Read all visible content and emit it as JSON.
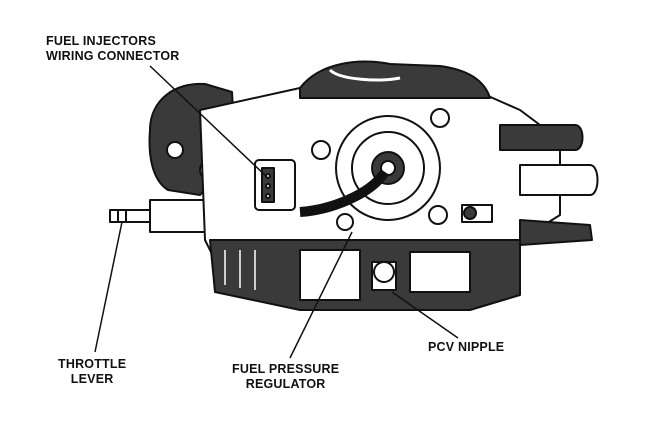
{
  "labels": {
    "fuel_injectors": {
      "line1": "FUEL INJECTORS",
      "line2": "WIRING CONNECTOR"
    },
    "throttle_lever": {
      "line1": "THROTTLE",
      "line2": "LEVER"
    },
    "fuel_pressure_regulator": {
      "line1": "FUEL PRESSURE",
      "line2": "REGULATOR"
    },
    "pcv_nipple": {
      "line1": "PCV NIPPLE"
    }
  },
  "colors": {
    "ink": "#111111",
    "paper": "#ffffff",
    "shade": "#3a3a3a"
  }
}
